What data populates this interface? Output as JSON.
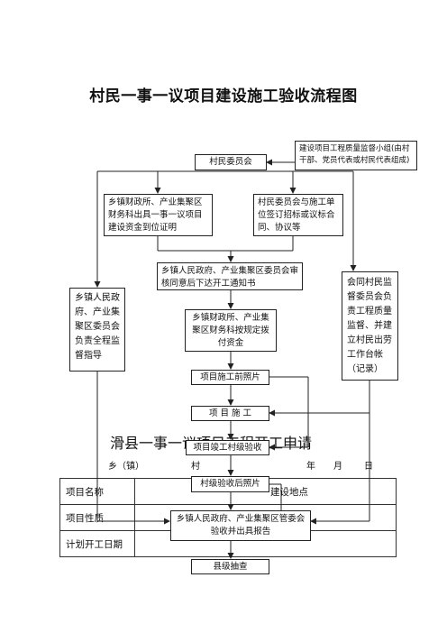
{
  "title": "村民一事一议项目建设施工验收流程图",
  "nodes": {
    "village_committee": "村民委员会",
    "quality_group": "建设项目工程质量监督小组(由村干部、党员代表或村民代表组成)",
    "finance_fund": "乡镇财政所、产业集聚区财务科出具一事一议项目建设资金到位证明",
    "contract": "村民委员会与施工单位签订招标或议标合同、协议等",
    "approval": "乡镇人民政府、产业集聚区委员会审核同意后下达开工通知书",
    "full_guidance": "乡镇人民政府、产业集聚区委员会负责全程监督指导",
    "supervision": "会同村民监督委员会负责工程质量监督、并建立村民出劳工作台帐（记录）",
    "allocate_funds": "乡镇财政所、产业集聚区财务科按规定拨付资金",
    "photo_before": "项目施工前照片",
    "construction": "项  目  施  工",
    "completion_acceptance": "项目竣工村级验收",
    "photo_after": "村级验收后照片",
    "township_report": "乡镇人民政府、产业集聚区管委会验收并出具报告",
    "county_check": "县级抽查"
  },
  "form": {
    "title": "滑县一事一议项目工程开工申请",
    "date_line": {
      "town": "乡（镇）",
      "village": "村",
      "year": "年",
      "month": "月",
      "day": "日"
    },
    "rows": [
      {
        "label": "项目名称",
        "value": "建设地点"
      },
      {
        "label": "项目性质",
        "value": ""
      },
      {
        "label": "计划开工日期",
        "value": ""
      }
    ]
  }
}
